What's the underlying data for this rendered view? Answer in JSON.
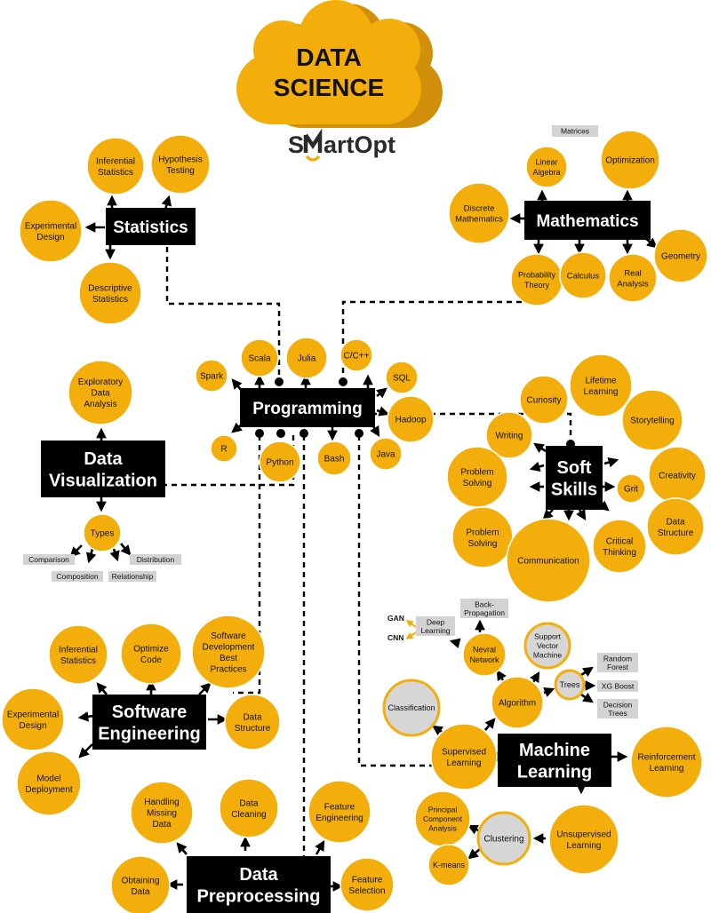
{
  "title": {
    "line1": "DATA",
    "line2": "SCIENCE"
  },
  "brand": {
    "s": "S",
    "rest": "artOpt"
  },
  "colors": {
    "node": "#F4AE0B",
    "node_stroke": "#FFFFFF",
    "grey_node": "#D6D6D6",
    "hub": "#000000",
    "cloud": "#F4AE0B",
    "cloud_shadow": "#D2900A",
    "tag": "#D3D3D3"
  },
  "hubs": {
    "statistics": "Statistics",
    "mathematics": "Mathematics",
    "programming": "Programming",
    "data_visualization": [
      "Data",
      "Visualization"
    ],
    "soft_skills": [
      "Soft",
      "Skills"
    ],
    "software_engineering": [
      "Software",
      "Engineering"
    ],
    "machine_learning": [
      "Machine",
      "Learning"
    ],
    "data_preprocessing": [
      "Data",
      "Preprocessing"
    ]
  },
  "nodes": {
    "stat_inferential": [
      "Inferential",
      "Statistics"
    ],
    "stat_hypothesis": [
      "Hypothesis",
      "Testing"
    ],
    "stat_experimental": [
      "Experimental",
      "Design"
    ],
    "stat_descriptive": [
      "Descriptive",
      "Statistics"
    ],
    "math_linear_algebra": [
      "Linear",
      "Algebra"
    ],
    "math_optimization": [
      "Optimization"
    ],
    "math_discrete": [
      "Discrete",
      "Mathematics"
    ],
    "math_probability": [
      "Probability",
      "Theory"
    ],
    "math_calculus": [
      "Calculus"
    ],
    "math_real_analysis": [
      "Real",
      "Analysis"
    ],
    "math_geometry": [
      "Geometry"
    ],
    "prog_spark": [
      "Spark"
    ],
    "prog_scala": [
      "Scala"
    ],
    "prog_julia": [
      "Julia"
    ],
    "prog_c": [
      "C/C++"
    ],
    "prog_sql": [
      "SQL"
    ],
    "prog_hadoop": [
      "Hadoop"
    ],
    "prog_r": [
      "R"
    ],
    "prog_python": [
      "Python"
    ],
    "prog_bash": [
      "Bash"
    ],
    "prog_java": [
      "Java"
    ],
    "viz_eda": [
      "Exploratory",
      "Data",
      "Analysis"
    ],
    "viz_types": [
      "Types"
    ],
    "soft_curiosity": [
      "Curiosity"
    ],
    "soft_lifetime": [
      "Lifetime",
      "Learning"
    ],
    "soft_storytelling": [
      "Storytelling"
    ],
    "soft_writing": [
      "Writing"
    ],
    "soft_creativity": [
      "Creativity"
    ],
    "soft_problem1": [
      "Problem",
      "Solving"
    ],
    "soft_grit": [
      "Grit"
    ],
    "soft_problem2": [
      "Problem",
      "Solving"
    ],
    "soft_communication": [
      "Communication"
    ],
    "soft_critical": [
      "Critical",
      "Thinking"
    ],
    "soft_data_structure": [
      "Data",
      "Structure"
    ],
    "se_inferential": [
      "Inferential",
      "Statistics"
    ],
    "se_optimize": [
      "Optimize",
      "Code"
    ],
    "se_best_practices": [
      "Software",
      "Development",
      "Best",
      "Practices"
    ],
    "se_experimental": [
      "Experimental",
      "Design"
    ],
    "se_data_structure": [
      "Data",
      "Structure"
    ],
    "se_deployment": [
      "Model",
      "Deployment"
    ],
    "ml_nevral": [
      "Nevral",
      "Network"
    ],
    "ml_svm": [
      "Support",
      "Vector",
      "Machine"
    ],
    "ml_trees": [
      "Trees"
    ],
    "ml_algorithm": [
      "Algorithm"
    ],
    "ml_classification": [
      "Classification"
    ],
    "ml_supervised": [
      "Supervised",
      "Learning"
    ],
    "ml_reinforcement": [
      "Reinforcement",
      "Learning"
    ],
    "ml_pca": [
      "Principal",
      "Component",
      "Analysis"
    ],
    "ml_clustering": [
      "Clustering"
    ],
    "ml_kmeans": [
      "K-means"
    ],
    "ml_unsupervised": [
      "Unsupervised",
      "Learning"
    ],
    "dp_missing": [
      "Handling",
      "Missing",
      "Data"
    ],
    "dp_cleaning": [
      "Data",
      "Cleaning"
    ],
    "dp_feature_eng": [
      "Feature",
      "Engineering"
    ],
    "dp_obtaining": [
      "Obtaining",
      "Data"
    ],
    "dp_feature_sel": [
      "Feature",
      "Selection"
    ]
  },
  "tags": {
    "matrices": "Matrices",
    "comparison": "Comparison",
    "distribution": "Distribution",
    "composition": "Composition",
    "relationship": "Relationship",
    "back_propagation": [
      "Back-",
      "Propagation"
    ],
    "deep_learning": [
      "Deep",
      "Learning"
    ],
    "random_forest": [
      "Random",
      "Forest"
    ],
    "xgboost": "XG Boost",
    "decision_trees": [
      "Decision",
      "Trees"
    ]
  },
  "labels": {
    "gan": "GAN",
    "cnn": "CNN"
  }
}
